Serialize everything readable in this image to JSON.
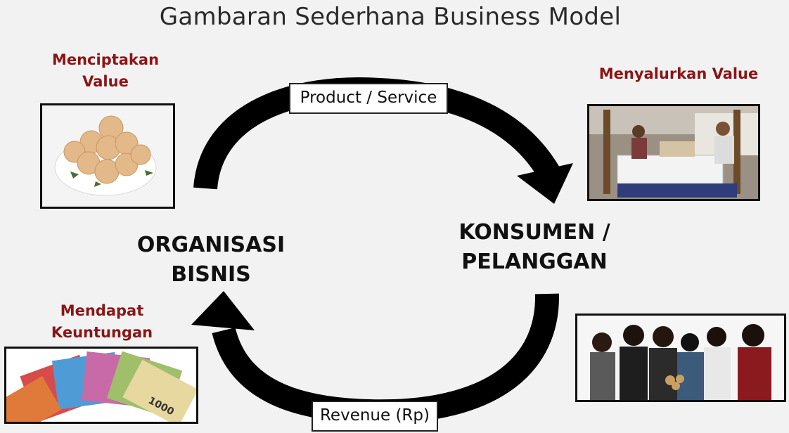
{
  "title": "Gambaran Sederhana Business Model",
  "captions": {
    "create_value": [
      "Menciptakan",
      "Value"
    ],
    "deliver_value": "Menyalurkan Value",
    "get_profit": [
      "Mendapat",
      "Keuntungan"
    ]
  },
  "nodes": {
    "organization": [
      "ORGANISASI",
      "BISNIS"
    ],
    "customer": [
      "KONSUMEN /",
      "PELANGGAN"
    ]
  },
  "flows": {
    "top": "Product / Service",
    "bottom": "Revenue (Rp)"
  },
  "photos": {
    "create_value": "photo of round snacks on a plate",
    "deliver_value": "photo of a street vendor cart",
    "get_profit": "photo of rupiah banknotes",
    "customers": "photo of young people tasting food"
  },
  "colors": {
    "caption": "#8b1416",
    "arrow": "#000000",
    "background": "#f2f2f2"
  },
  "banknote_text": "1000"
}
